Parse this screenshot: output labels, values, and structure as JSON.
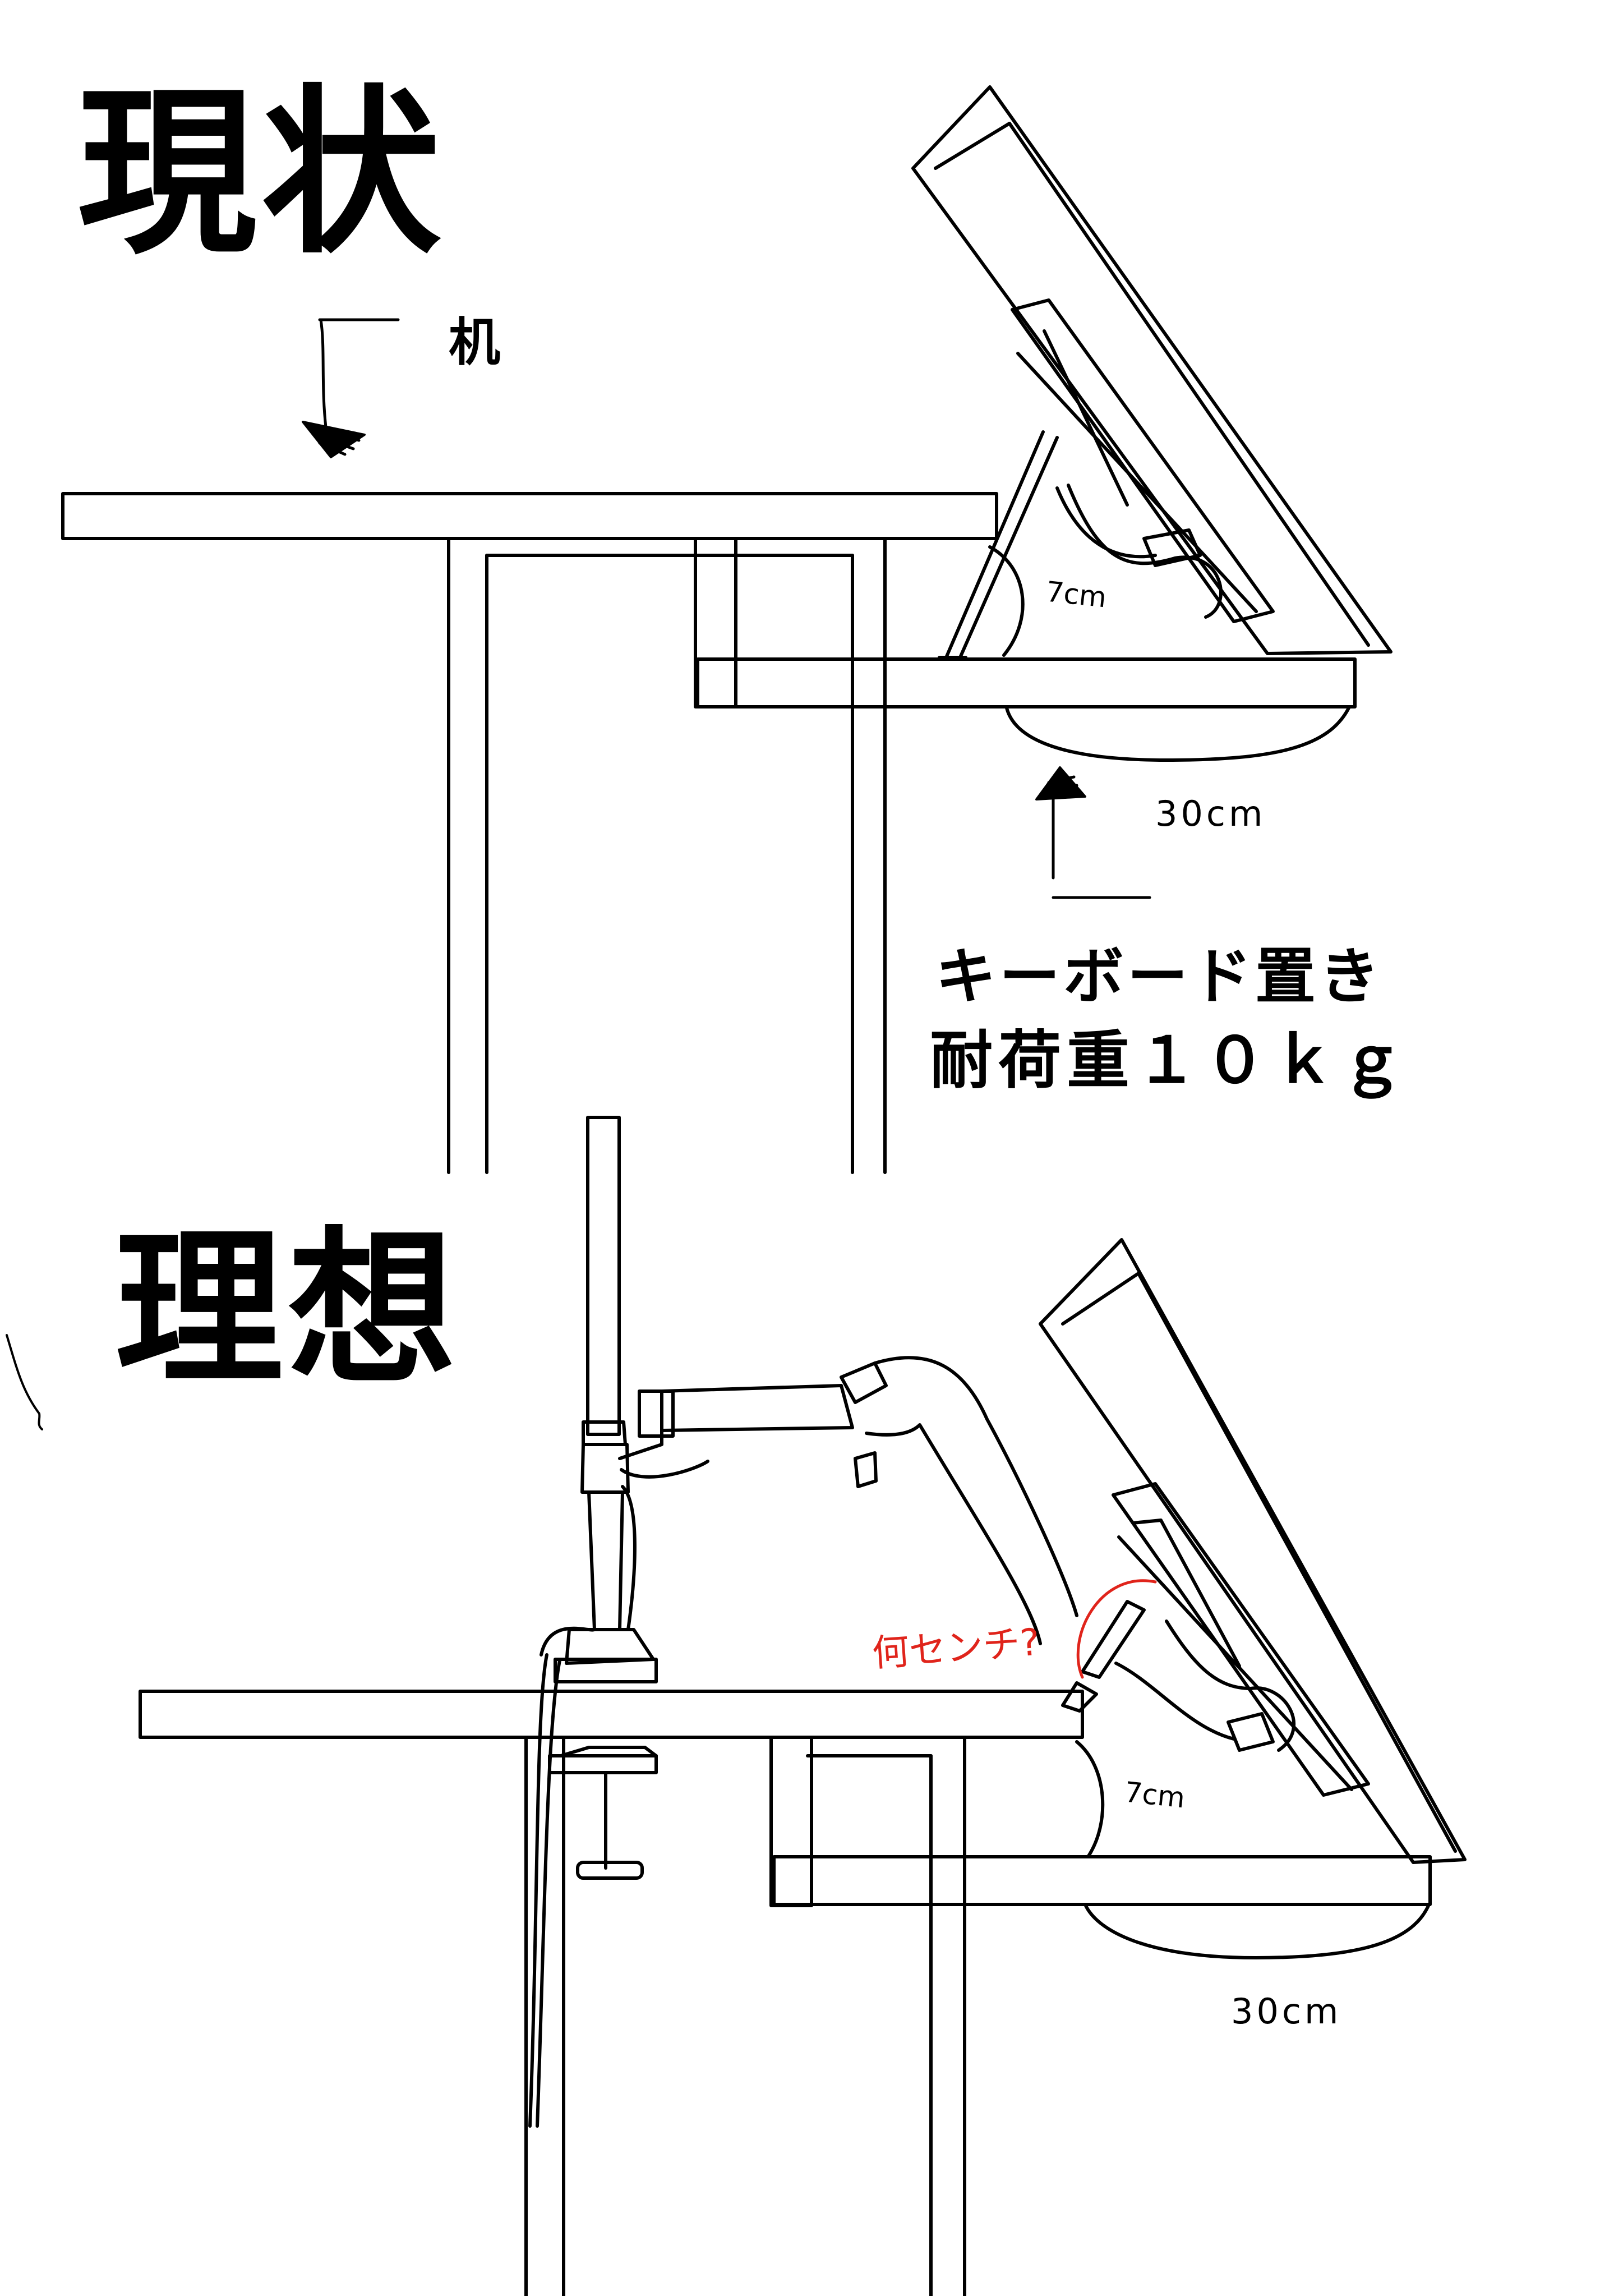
{
  "headings": {
    "current": "現状",
    "ideal": "理想"
  },
  "labels": {
    "desk": "机",
    "keyboard_tray": "キーボード置き",
    "load_capacity": "耐荷重１０ｋｇ",
    "current_gap": "7cm",
    "current_depth": "30cm",
    "ideal_gap": "7cm",
    "ideal_depth": "30cm",
    "question": "何センチ?"
  },
  "colors": {
    "line": "#000000",
    "annotation": "#e0241b",
    "background": "#ffffff"
  },
  "icons": {
    "desk_pointer": "arrow-down-icon",
    "tray_pointer": "arrow-up-icon"
  }
}
